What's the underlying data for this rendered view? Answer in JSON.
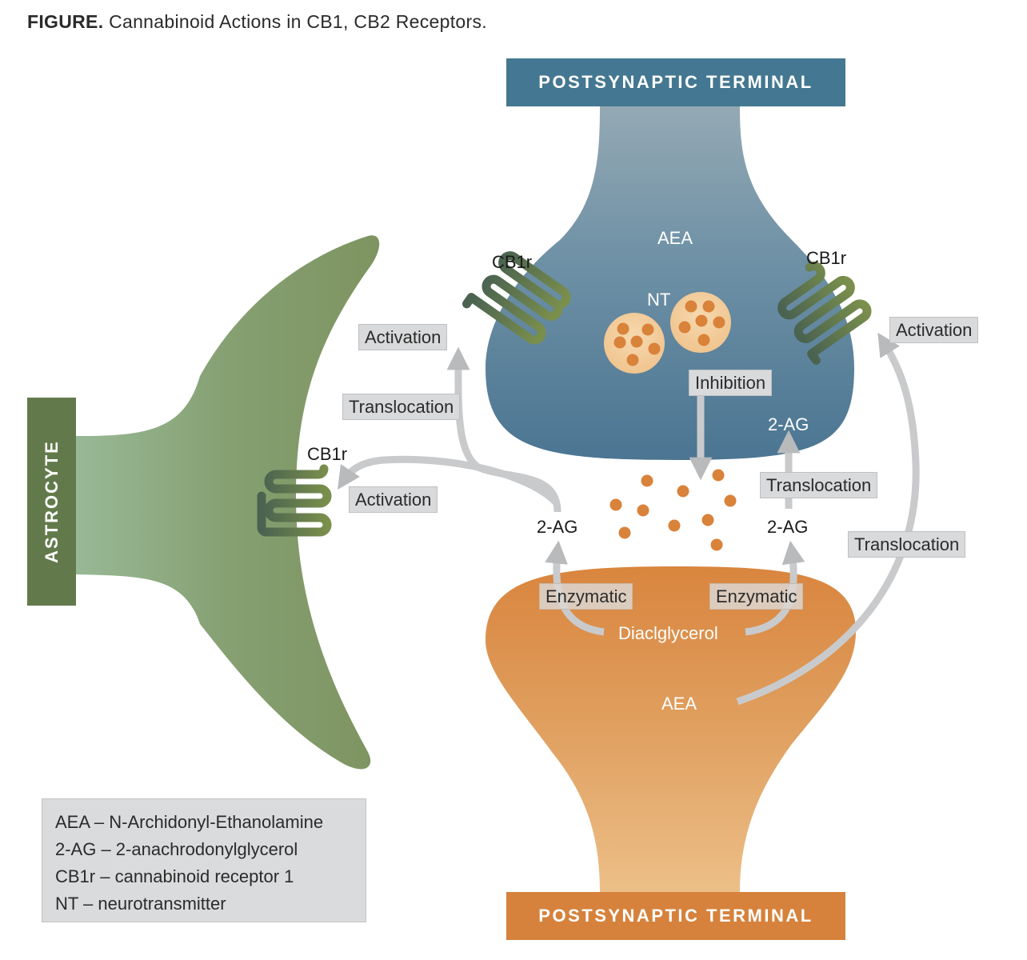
{
  "figure": {
    "prefix": "FIGURE.",
    "caption": "Cannabinoid Actions in CB1, CB2 Receptors."
  },
  "banners": {
    "top": "POSTSYNAPTIC TERMINAL",
    "bottom": "POSTSYNAPTIC TERMINAL",
    "astrocyte": "ASTROCYTE"
  },
  "colors": {
    "top_terminal": "#447791",
    "bottom_terminal": "#d6823c",
    "astrocyte": "#627a4b",
    "receptor": "#6a8046",
    "vesicle": "#f3cfa0",
    "nt_dot": "#d9823a",
    "arrow": "#c7c8ca"
  },
  "labels": {
    "aea_top": "AEA",
    "nt": "NT",
    "cb1r_left": "CB1r",
    "cb1r_right": "CB1r",
    "cb1r_astro": "CB1r",
    "two_ag_left": "2-AG",
    "two_ag_right": "2-AG",
    "two_ag_top": "2-AG",
    "diacylglycerol": "Diaclglycerol",
    "aea_bottom": "AEA"
  },
  "boxes": {
    "activation_left": "Activation",
    "translocation_left": "Translocation",
    "activation_astro": "Activation",
    "inhibition": "Inhibition",
    "translocation_mid": "Translocation",
    "activation_right": "Activation",
    "translocation_right": "Translocation",
    "enzymatic_left": "Enzymatic",
    "enzymatic_right": "Enzymatic"
  },
  "legend": {
    "items": [
      "AEA – N-Archidonyl-Ethanolamine",
      "2-AG – 2-anachrodonylglycerol",
      "CB1r – cannabinoid receptor 1",
      "NT – neurotransmitter"
    ]
  }
}
